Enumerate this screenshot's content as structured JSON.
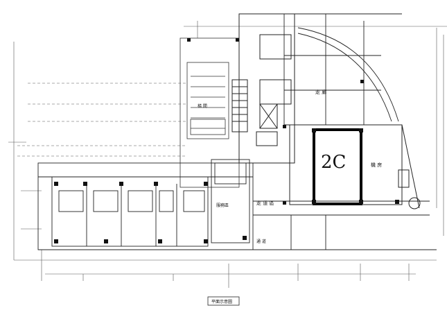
{
  "plan": {
    "unit_label": "2C",
    "scale_caption": "平面示意圖",
    "area_labels": {
      "top_right": "走 廊",
      "right_room": "機 房",
      "corridor": "走 道 區",
      "hall": "服務區",
      "stair_note": "梯 間",
      "walk": "通 道"
    }
  }
}
